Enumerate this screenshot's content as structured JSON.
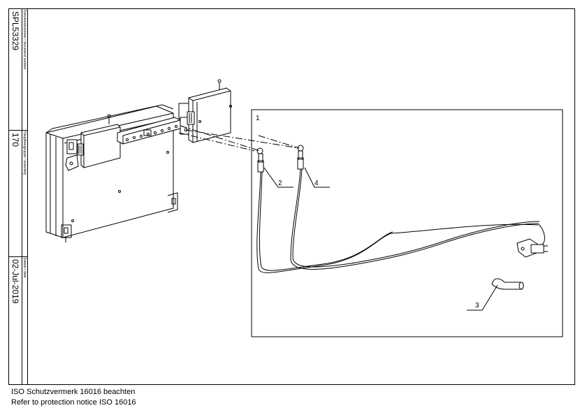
{
  "title_block": {
    "document_number_label": "Dokumentnummer / document number",
    "document_number": "SPL53329",
    "assembly_label": "Hauptbaugruppe / assembly",
    "assembly": "170",
    "date_label": "Datum / date",
    "date": "02-Jul-2019"
  },
  "footer": {
    "line1": "ISO Schutzvermerk 16016 beachten",
    "line2": "Refer to protection notice ISO 16016"
  },
  "callouts": {
    "detail": "1",
    "cable_a": "2",
    "grommet": "3",
    "cable_b": "4"
  }
}
